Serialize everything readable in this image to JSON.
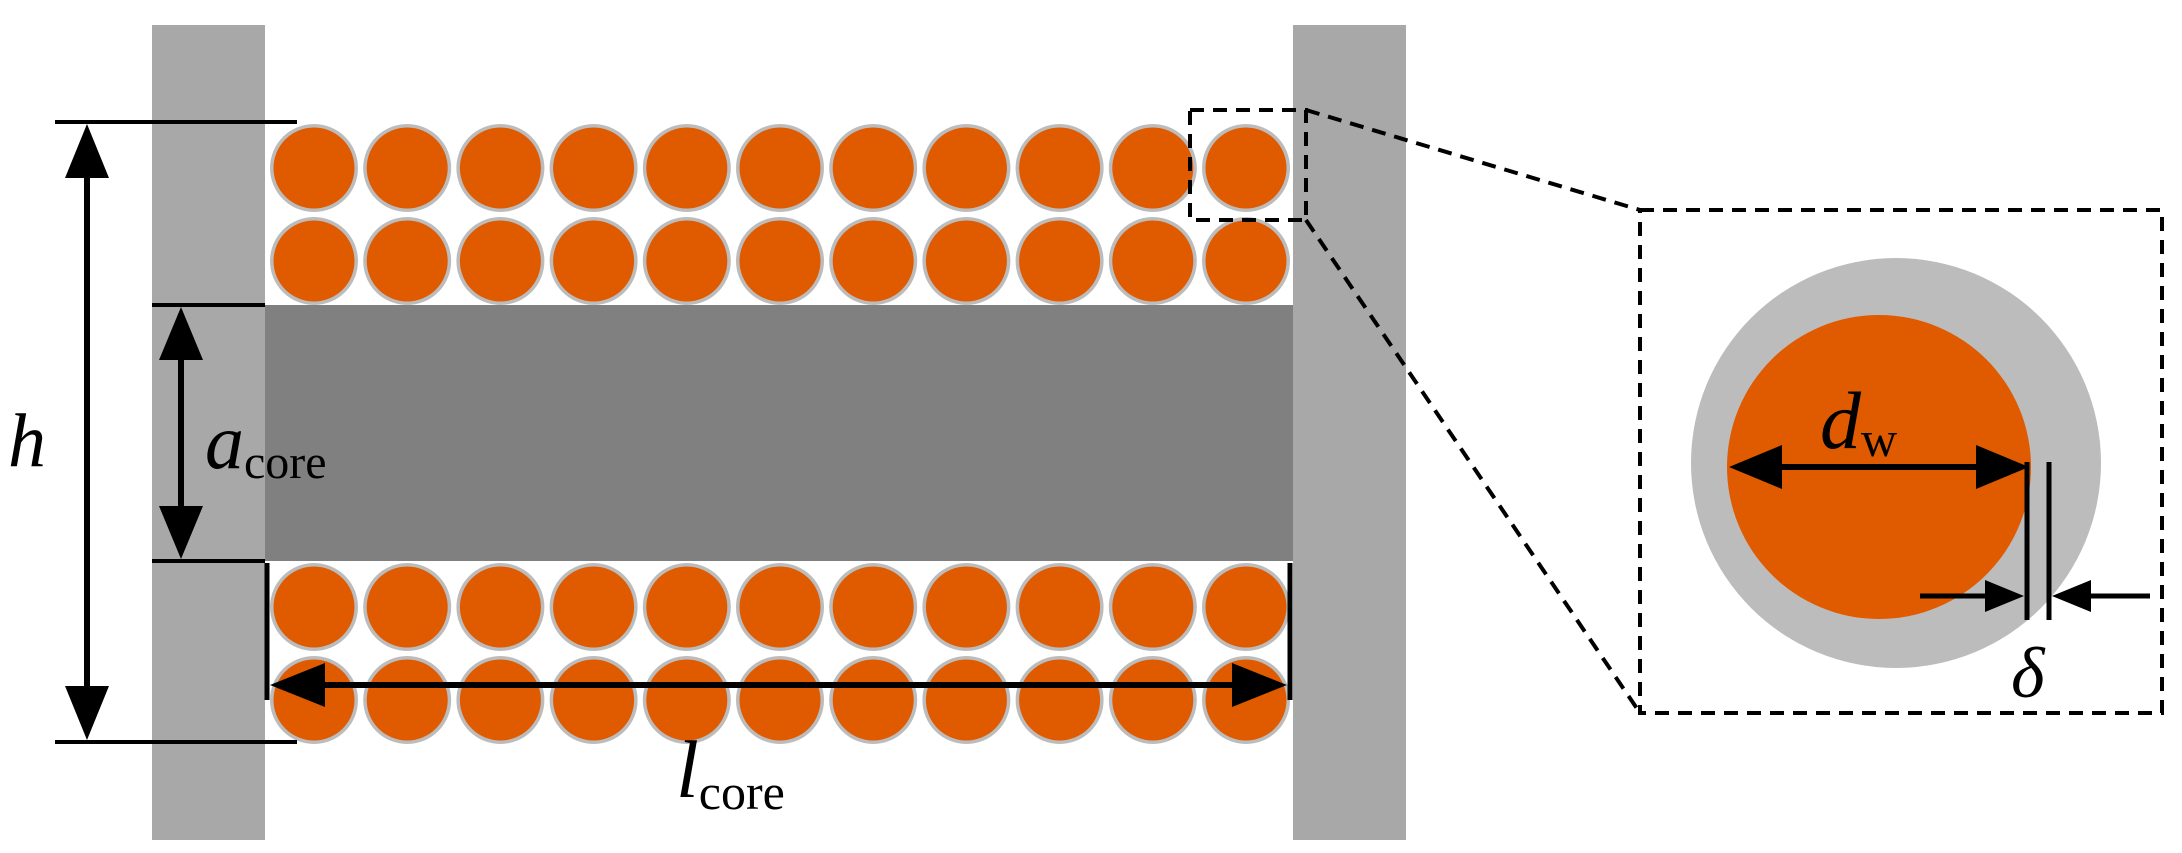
{
  "figure": {
    "type": "winding cross-section schematic",
    "colors": {
      "background": "#ffffff",
      "flange": "#a8a8a8",
      "core": "#808080",
      "wire_conductor": "#e05a00",
      "wire_insulation": "#bcbcbc",
      "annotation": "#000000"
    },
    "winding": {
      "layers_above_core": 2,
      "layers_below_core": 2,
      "turns_per_layer": 11
    },
    "labels": {
      "h": {
        "symbol": "h",
        "subscript": ""
      },
      "a_core": {
        "symbol": "a",
        "subscript": "core"
      },
      "l_core": {
        "symbol": "l",
        "subscript": "core"
      },
      "d_w": {
        "symbol": "d",
        "subscript": "w"
      },
      "delta": {
        "symbol": "δ",
        "subscript": ""
      }
    },
    "icons": [
      "double-arrow",
      "single-arrow",
      "dashed-zoom-box",
      "dashed-leader-line"
    ]
  }
}
